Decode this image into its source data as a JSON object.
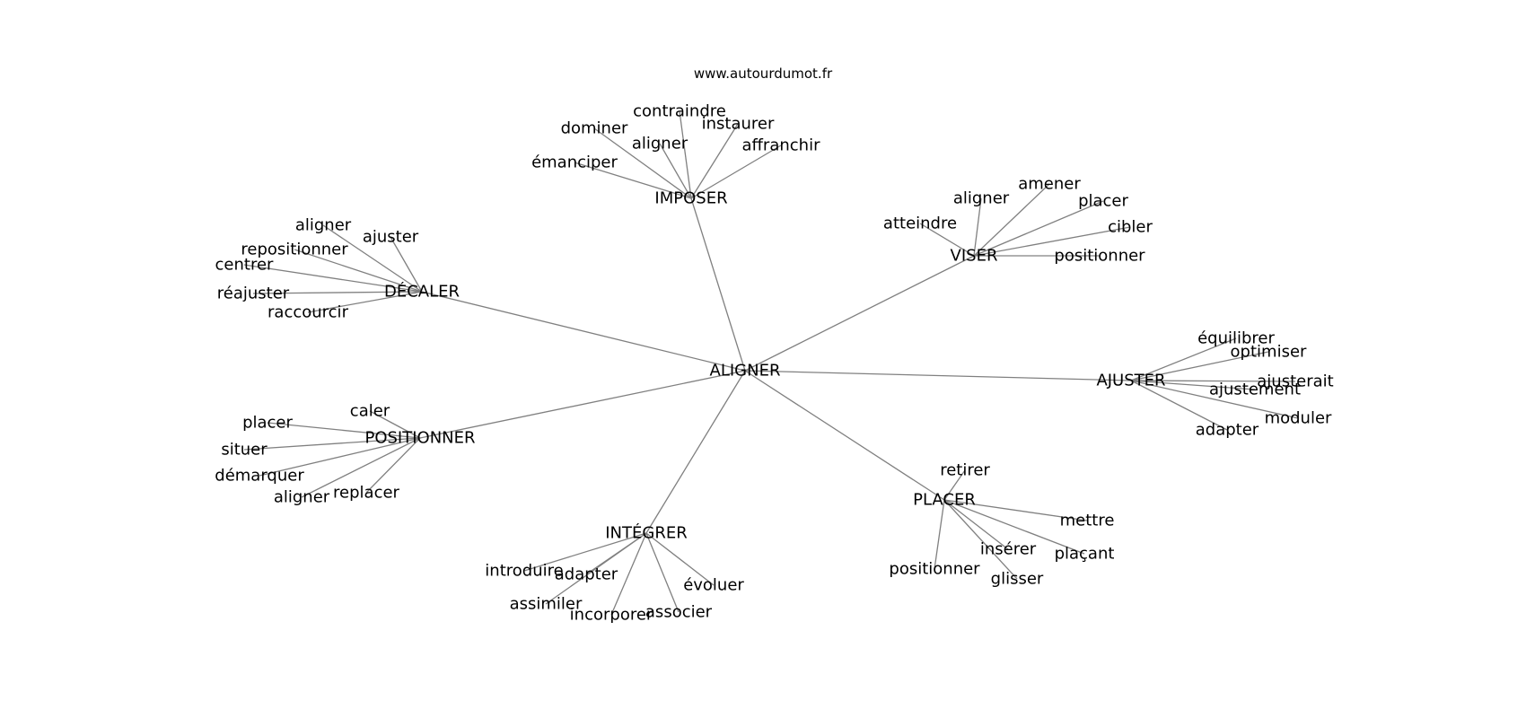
{
  "header": {
    "site": "www.autourdumot.fr"
  },
  "colors": {
    "edge": "#808080",
    "text": "#000000",
    "background": "#ffffff"
  },
  "graph": {
    "center": "ALIGNER",
    "clusters": [
      {
        "hub": "IMPOSER",
        "leaves": [
          "contraindre",
          "dominer",
          "instaurer",
          "aligner",
          "affranchir",
          "émanciper"
        ]
      },
      {
        "hub": "VISER",
        "leaves": [
          "amener",
          "aligner",
          "placer",
          "atteindre",
          "cibler",
          "positionner"
        ]
      },
      {
        "hub": "DÉCALER",
        "leaves": [
          "aligner",
          "ajuster",
          "repositionner",
          "centrer",
          "réajuster",
          "raccourcir"
        ]
      },
      {
        "hub": "AJUSTER",
        "leaves": [
          "équilibrer",
          "optimiser",
          "ajusterait",
          "ajustement",
          "moduler",
          "adapter"
        ]
      },
      {
        "hub": "POSITIONNER",
        "leaves": [
          "caler",
          "placer",
          "situer",
          "démarquer",
          "aligner",
          "replacer"
        ]
      },
      {
        "hub": "PLACER",
        "leaves": [
          "retirer",
          "mettre",
          "insérer",
          "plaçant",
          "positionner",
          "glisser"
        ]
      },
      {
        "hub": "INTÉGRER",
        "leaves": [
          "introduire",
          "adapter",
          "évoluer",
          "assimiler",
          "incorporer",
          "associer"
        ]
      }
    ]
  }
}
